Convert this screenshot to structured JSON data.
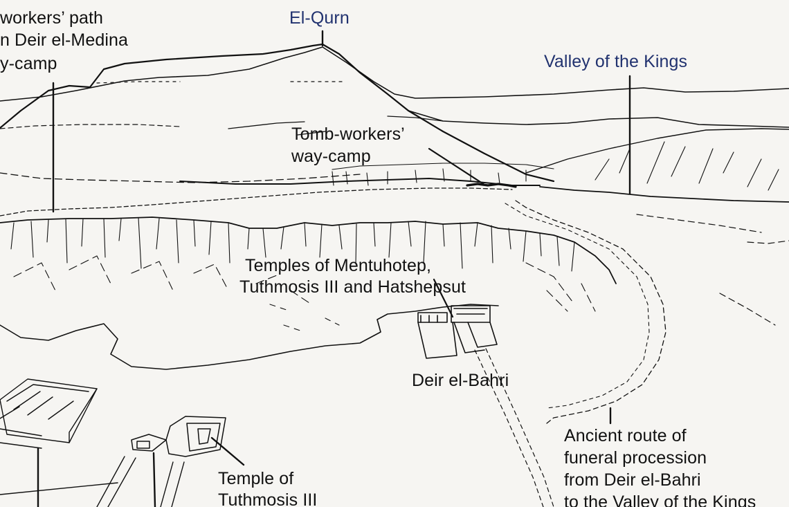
{
  "labels": {
    "path_line1": "workers’ path",
    "path_line2": "n Deir el-Medina",
    "path_line3": "y-camp",
    "el_qurn": "El-Qurn",
    "valley_kings": "Valley of the Kings",
    "camp_line1": "Tomb-workers’",
    "camp_line2": "way-camp",
    "temples_line1": "Temples of Mentuhotep,",
    "temples_line2": "Tuthmosis III and Hatshepsut",
    "deir_bahri": "Deir el-Bahri",
    "route_line1": "Ancient route of",
    "route_line2": "funeral procession",
    "route_line3": "from Deir el-Bahri",
    "route_line4": "to the Valley of the Kings",
    "temple_t3_line1": "Temple of",
    "temple_t3_line2": "Tuthmosis III"
  },
  "colors": {
    "ink": "#111111",
    "label_blue": "#21326f",
    "paper": "#f6f5f2"
  }
}
